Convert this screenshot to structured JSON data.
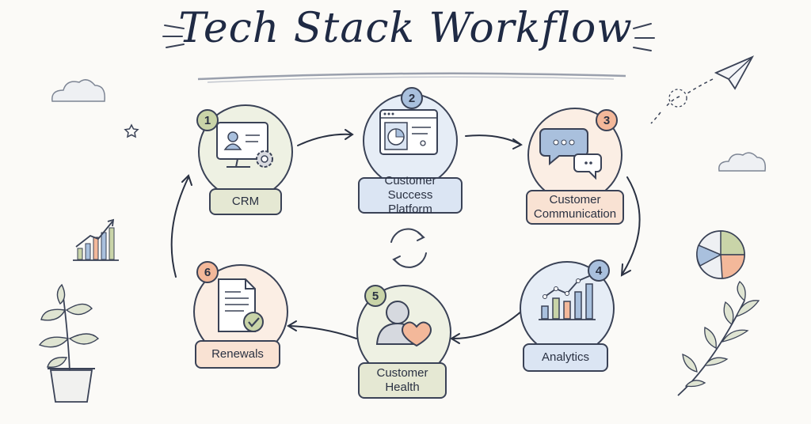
{
  "title": "Tech Stack Workflow",
  "steps": [
    {
      "number": "1",
      "label_lines": [
        "CRM"
      ],
      "icon": "crm-monitor-icon",
      "fill": "#eef1e3",
      "label_fill": "#e5e8d3",
      "badge_fill": "#c9d4a8"
    },
    {
      "number": "2",
      "label_lines": [
        "Customer",
        "Success Platform"
      ],
      "icon": "dashboard-icon",
      "fill": "#e6edf6",
      "label_fill": "#dbe5f3",
      "badge_fill": "#a9c0dd"
    },
    {
      "number": "3",
      "label_lines": [
        "Customer",
        "Communication"
      ],
      "icon": "chat-bubbles-icon",
      "fill": "#fbeee4",
      "label_fill": "#f9e2d3",
      "badge_fill": "#f3b89a"
    },
    {
      "number": "4",
      "label_lines": [
        "Analytics"
      ],
      "icon": "analytics-chart-icon",
      "fill": "#e6edf6",
      "label_fill": "#dbe5f3",
      "badge_fill": "#a9c0dd"
    },
    {
      "number": "5",
      "label_lines": [
        "Customer",
        "Health"
      ],
      "icon": "person-heart-icon",
      "fill": "#eef1e3",
      "label_fill": "#e5e8d3",
      "badge_fill": "#c9d4a8"
    },
    {
      "number": "6",
      "label_lines": [
        "Renewals"
      ],
      "icon": "document-check-icon",
      "fill": "#fbeee4",
      "label_fill": "#f9e2d3",
      "badge_fill": "#f3b89a"
    }
  ],
  "colors": {
    "ink": "#3a4256",
    "accent_blue": "#a9c0dd",
    "accent_green": "#c9d4a8",
    "accent_peach": "#f3b89a"
  }
}
